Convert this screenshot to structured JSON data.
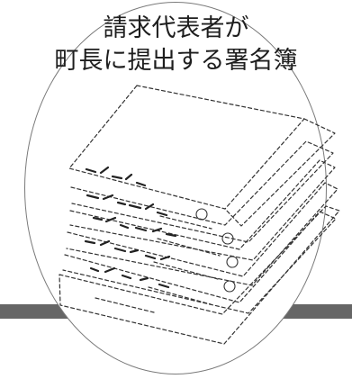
{
  "caption": {
    "line1": "請求代表者が",
    "line2": "町長に提出する署名簿"
  },
  "colors": {
    "band": "#666666",
    "outline": "#7a7a7a",
    "text": "#1e1e1e",
    "background": "#ffffff"
  },
  "illustration": {
    "subject": "stacked-signature-books"
  }
}
